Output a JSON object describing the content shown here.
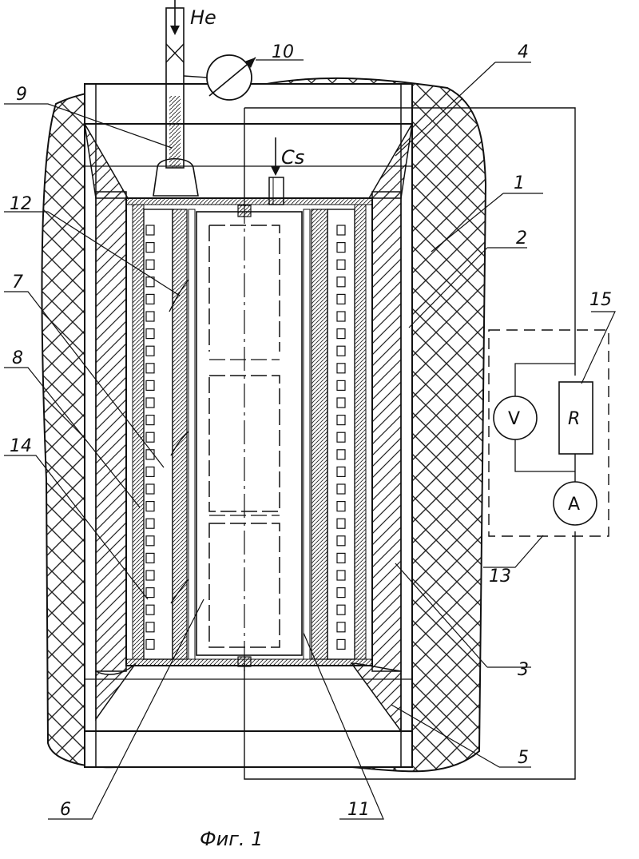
{
  "figure": {
    "caption": "Фиг. 1",
    "gas_labels": {
      "helium": "He",
      "cesium": "Cs"
    },
    "part_labels": [
      "1",
      "2",
      "3",
      "4",
      "5",
      "6",
      "7",
      "8",
      "9",
      "10",
      "11",
      "12",
      "13",
      "14",
      "15"
    ],
    "instruments": {
      "voltmeter": "V",
      "ammeter": "A",
      "resistor": "R"
    }
  }
}
